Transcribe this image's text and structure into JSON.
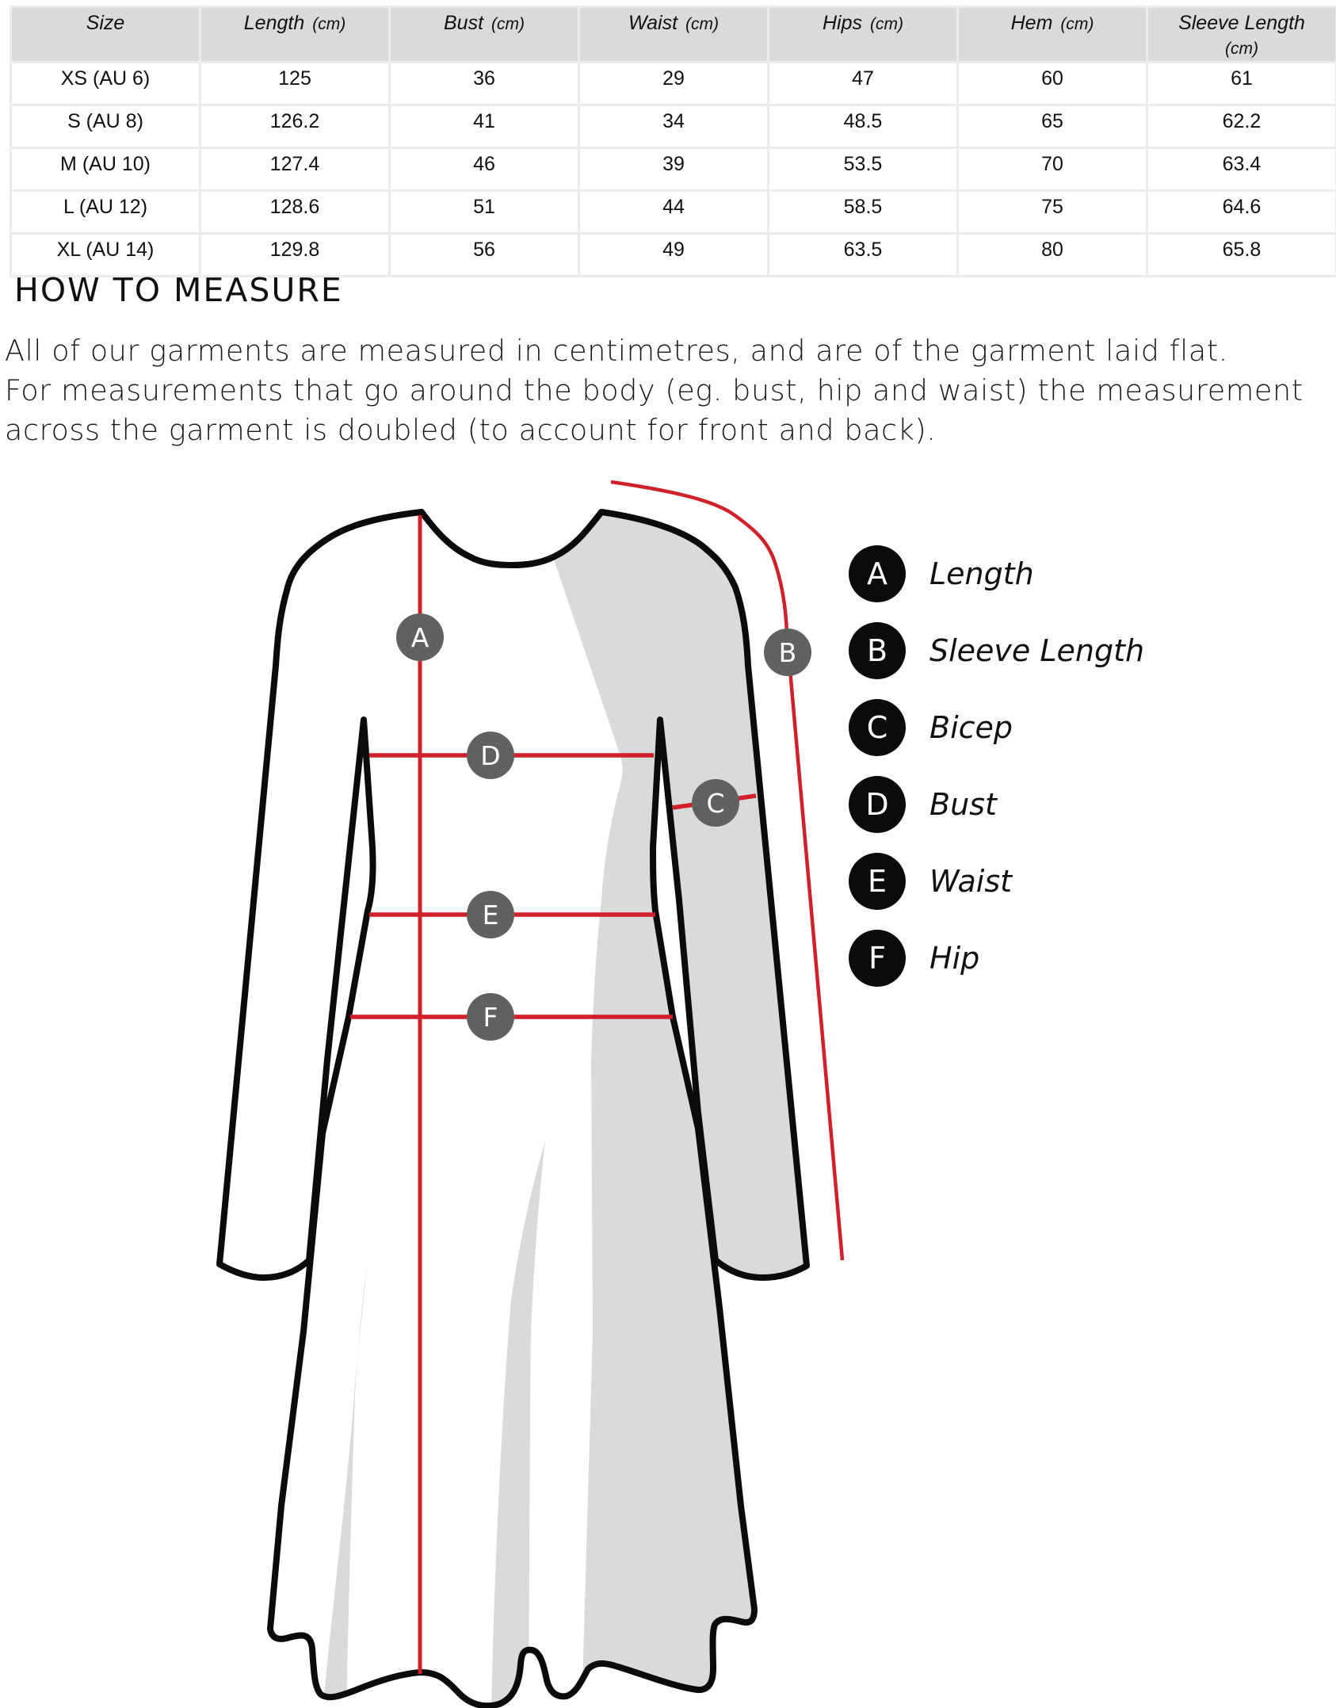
{
  "size_chart": {
    "columns": [
      {
        "label": "Size",
        "unit": ""
      },
      {
        "label": "Length",
        "unit": "(cm)"
      },
      {
        "label": "Bust",
        "unit": "(cm)"
      },
      {
        "label": "Waist",
        "unit": "(cm)"
      },
      {
        "label": "Hips",
        "unit": "(cm)"
      },
      {
        "label": "Hem",
        "unit": "(cm)"
      },
      {
        "label": "Sleeve Length",
        "unit": "(cm)"
      }
    ],
    "rows": [
      [
        "XS (AU 6)",
        "125",
        "36",
        "29",
        "47",
        "60",
        "61"
      ],
      [
        "S (AU 8)",
        "126.2",
        "41",
        "34",
        "48.5",
        "65",
        "62.2"
      ],
      [
        "M (AU 10)",
        "127.4",
        "46",
        "39",
        "53.5",
        "70",
        "63.4"
      ],
      [
        "L (AU 12)",
        "128.6",
        "51",
        "44",
        "58.5",
        "75",
        "64.6"
      ],
      [
        "XL (AU 14)",
        "129.8",
        "56",
        "49",
        "63.5",
        "80",
        "65.8"
      ]
    ]
  },
  "how_to_measure": {
    "heading": "HOW TO MEASURE",
    "lines": [
      "All of our garments are measured in centimetres, and are of the garment laid flat.",
      "For measurements that go around the body (eg. bust, hip and waist) the measurement",
      "across the garment is doubled (to account for front and back)."
    ]
  },
  "diagram": {
    "colors": {
      "outline": "#0b0b0b",
      "shading": "#d9dada",
      "measure_line": "#d0202a",
      "marker_fill": "#606261",
      "marker_text": "#ffffff",
      "legend_fill": "#0b0b0b"
    },
    "markers": {
      "a": "A",
      "b": "B",
      "c": "C",
      "d": "D",
      "e": "E",
      "f": "F"
    }
  },
  "legend": [
    {
      "letter": "A",
      "label": "Length"
    },
    {
      "letter": "B",
      "label": "Sleeve Length"
    },
    {
      "letter": "C",
      "label": "Bicep"
    },
    {
      "letter": "D",
      "label": "Bust"
    },
    {
      "letter": "E",
      "label": "Waist"
    },
    {
      "letter": "F",
      "label": "Hip"
    }
  ]
}
